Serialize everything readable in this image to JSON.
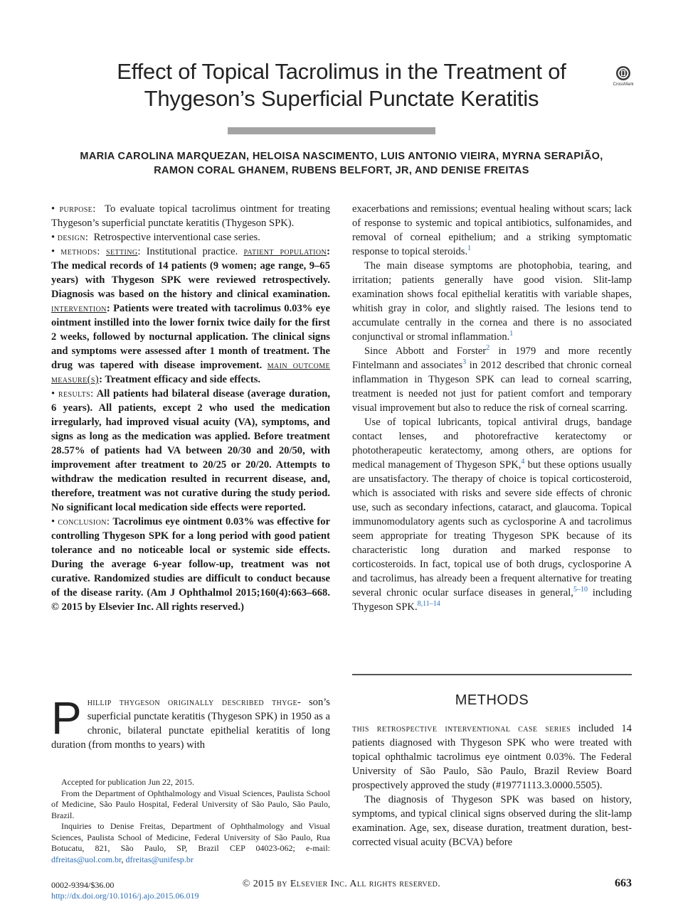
{
  "title": {
    "line1": "Effect of Topical Tacrolimus in the Treatment of",
    "line2": "Thygeson’s Superficial Punctate Keratitis"
  },
  "crossmark_label": "CrossMark",
  "authors": {
    "line1": "MARIA CAROLINA MARQUEZAN, HELOISA NASCIMENTO, LUIS ANTONIO VIEIRA, MYRNA SERAPIÃO,",
    "line2": "RAMON CORAL GHANEM, RUBENS BELFORT, JR, AND DENISE FREITAS"
  },
  "abstract": {
    "bullet": "•",
    "purpose_label": "purpose:",
    "purpose_text": "To evaluate topical tacrolimus ointment for treating Thygeson’s superficial punctate keratitis (Thygeson SPK).",
    "design_label": "design:",
    "design_text": "Retrospective interventional case series.",
    "methods_label": "methods:",
    "setting_label": "setting",
    "setting_text": "Institutional practice.",
    "population_label": "patient population",
    "population_text": "The medical records of 14 patients (9 women; age range, 9–65 years) with Thygeson SPK were reviewed retrospectively. Diagnosis was based on the history and clinical examination.",
    "intervention_label": "intervention",
    "intervention_text": "Patients were treated with tacrolimus 0.03% eye ointment instilled into the lower fornix twice daily for the first 2 weeks, followed by nocturnal application. The clinical signs and symptoms were assessed after 1 month of treatment. The drug was tapered with disease improvement.",
    "outcome_label": "main outcome measure(s)",
    "outcome_text": "Treatment efficacy and side effects.",
    "results_label": "results:",
    "results_text": "All patients had bilateral disease (average duration, 6 years). All patients, except 2 who used the medication irregularly, had improved visual acuity (VA), symptoms, and signs as long as the medication was applied. Before treatment 28.57% of patients had VA between 20/30 and 20/50, with improvement after treatment to 20/25 or 20/20. Attempts to withdraw the medication resulted in recurrent disease, and, therefore, treatment was not curative during the study period. No significant local medication side effects were reported.",
    "conclusion_label": "conclusion:",
    "conclusion_text": "Tacrolimus eye ointment 0.03% was effective for controlling Thygeson SPK for a long period with good patient tolerance and no noticeable local or systemic side effects. During the average 6-year follow-up, treatment was not curative. Randomized studies are difficult to conduct because of the disease rarity. (Am J Ophthalmol 2015;160(4):663–668. © 2015 by Elsevier Inc. All rights reserved.)"
  },
  "intro": {
    "dropcap": "P",
    "smallcaps": "hillip thygeson originally described thyge-",
    "text": "son’s superficial punctate keratitis (Thygeson SPK) in 1950 as a chronic, bilateral punctate epithelial keratitis of long duration (from months to years) with"
  },
  "footnotes": {
    "accepted": "Accepted for publication Jun 22, 2015.",
    "from": "From the Department of Ophthalmology and Visual Sciences, Paulista School of Medicine, São Paulo Hospital, Federal University of São Paulo, São Paulo, Brazil.",
    "inquiries": "Inquiries to Denise Freitas, Department of Ophthalmology and Visual Sciences, Paulista School of Medicine, Federal University of São Paulo, Rua Botucatu, 821, São Paulo, SP, Brazil CEP 04023-062; e-mail:",
    "email1": "dfreitas@uol.com.br",
    "email_sep": ",",
    "email2": "dfreitas@unifesp.br"
  },
  "right": {
    "p1": "exacerbations and remissions; eventual healing without scars; lack of response to systemic and topical antibiotics, sulfonamides, and removal of corneal epithelium; and a striking symptomatic response to topical steroids.",
    "p1_ref": "1",
    "p2": "The main disease symptoms are photophobia, tearing, and irritation; patients generally have good vision. Slit-lamp examination shows focal epithelial keratitis with variable shapes, whitish gray in color, and slightly raised. The lesions tend to accumulate centrally in the cornea and there is no associated conjunctival or stromal inflammation.",
    "p2_ref": "1",
    "p3a": "Since Abbott and Forster",
    "p3_ref1": "2",
    "p3b": " in 1979 and more recently Fintelmann and associates",
    "p3_ref2": "3",
    "p3c": " in 2012 described that chronic corneal inflammation in Thygeson SPK can lead to corneal scarring, treatment is needed not just for patient comfort and temporary visual improvement but also to reduce the risk of corneal scarring.",
    "p4a": "Use of topical lubricants, topical antiviral drugs, bandage contact lenses, and photorefractive keratectomy or phototherapeutic keratectomy, among others, are options for medical management of Thygeson SPK,",
    "p4_ref1": "4",
    "p4b": " but these options usually are unsatisfactory. The therapy of choice is topical corticosteroid, which is associated with risks and severe side effects of chronic use, such as secondary infections, cataract, and glaucoma. Topical immunomodulatory agents such as cyclosporine A and tacrolimus seem appropriate for treating Thygeson SPK because of its characteristic long duration and marked response to corticosteroids. In fact, topical use of both drugs, cyclosporine A and tacrolimus, has already been a frequent alternative for treating several chronic ocular surface diseases in general,",
    "p4_ref2": "5–10",
    "p4c": " including Thygeson SPK.",
    "p4_ref3": "8,11–14"
  },
  "methods": {
    "heading": "METHODS",
    "lead": "this retrospective interventional case series",
    "p1": " included 14 patients diagnosed with Thygeson SPK who were treated with topical ophthalmic tacrolimus eye ointment 0.03%. The Federal University of São Paulo, São Paulo, Brazil Review Board prospectively approved the study (#19771113.3.0000.5505).",
    "p2": "The diagnosis of Thygeson SPK was based on history, symptoms, and typical clinical signs observed during the slit-lamp examination. Age, sex, disease duration, treatment duration, best-corrected visual acuity (BCVA) before"
  },
  "footer": {
    "issn": "0002-9394/$36.00",
    "doi": "http://dx.doi.org/10.1016/j.ajo.2015.06.019",
    "copyright": "© 2015 by Elsevier Inc. All rights reserved.",
    "page": "663"
  },
  "colors": {
    "link": "#2a6db5",
    "bar": "#a3a3a3"
  }
}
